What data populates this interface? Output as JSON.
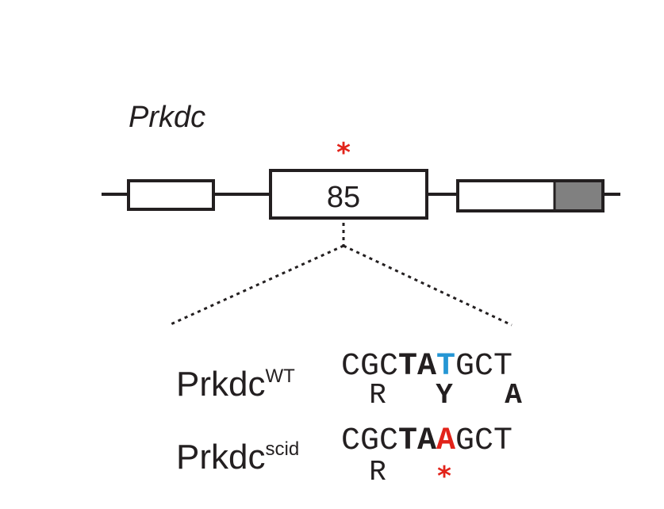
{
  "gene": {
    "name": "Prkdc"
  },
  "exon": {
    "number": "85",
    "mutation_marker": "*"
  },
  "alleles": [
    {
      "base": "Prkdc",
      "superscript": "WT",
      "codons": [
        {
          "text": "CGC",
          "bold": false,
          "color": "#231f20"
        },
        {
          "text": "TA",
          "bold": true,
          "color": "#231f20"
        },
        {
          "text": "T",
          "bold": true,
          "color": "#2596d4"
        },
        {
          "text": "GCT",
          "bold": false,
          "color": "#231f20"
        }
      ],
      "aa": [
        "R",
        "Y",
        "A"
      ]
    },
    {
      "base": "Prkdc",
      "superscript": "scid",
      "codons": [
        {
          "text": "CGC",
          "bold": false,
          "color": "#231f20"
        },
        {
          "text": "TA",
          "bold": true,
          "color": "#231f20"
        },
        {
          "text": "A",
          "bold": true,
          "color": "#e2231a"
        },
        {
          "text": "GCT",
          "bold": false,
          "color": "#231f20"
        }
      ],
      "aa": [
        "R",
        "*"
      ]
    }
  ],
  "colors": {
    "line": "#231f20",
    "mutant": "#e2231a",
    "wildtype_base": "#2596d4",
    "utr_fill": "#808080",
    "exon_fill": "#ffffff"
  }
}
